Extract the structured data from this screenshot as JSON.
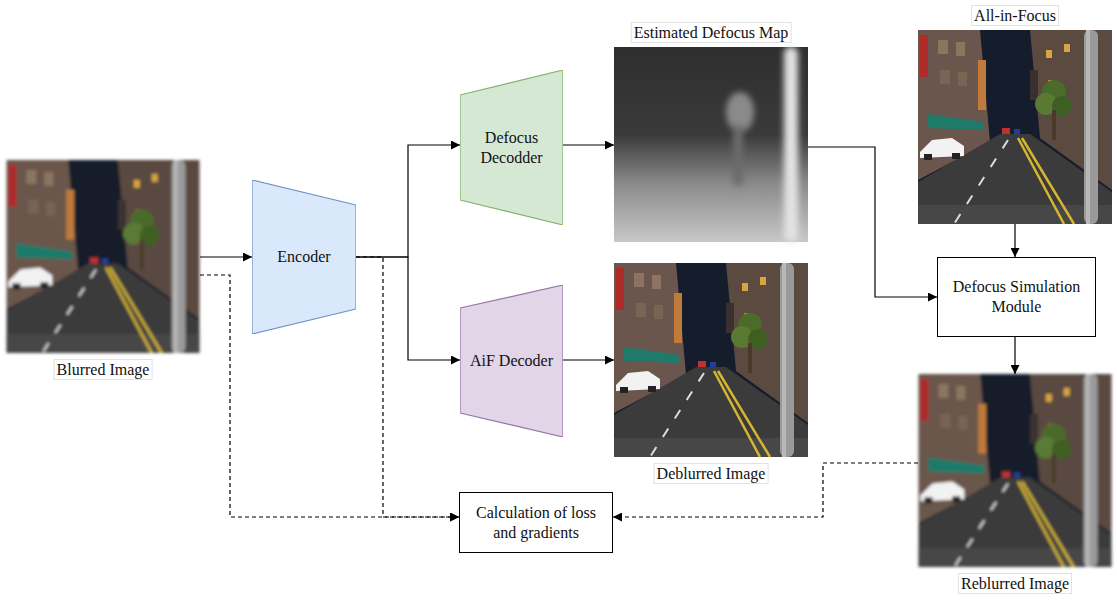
{
  "diagram": {
    "nodes": [
      {
        "text": [
          "Blurred Image"
        ]
      },
      {
        "text": [
          "Encoder"
        ]
      },
      {
        "text": [
          "Defocus Decodder"
        ]
      },
      {
        "text": [
          "AiF Decoder"
        ]
      },
      {
        "text": [
          "Estimated Defocus Map"
        ]
      },
      {
        "text": [
          "Deblurred Image"
        ]
      },
      {
        "text": [
          "All-in-Focus"
        ]
      },
      {
        "text": [
          "Defocus Simulation Module"
        ]
      },
      {
        "text": [
          "Reblurred Image"
        ]
      },
      {
        "text": [
          "Calculation of loss and gradients"
        ]
      }
    ],
    "edges": [
      {
        "from": 0,
        "to": 1,
        "arrow": "to"
      },
      {
        "from": 1,
        "to": 2,
        "arrow": "to"
      },
      {
        "from": 1,
        "to": 3,
        "arrow": "to"
      },
      {
        "from": 2,
        "to": 4,
        "arrow": "to"
      },
      {
        "from": 3,
        "to": 5,
        "arrow": "to"
      },
      {
        "from": 4,
        "to": 7,
        "arrow": "to"
      },
      {
        "from": 6,
        "to": 7,
        "arrow": "to"
      },
      {
        "from": 7,
        "to": 8,
        "arrow": "to"
      },
      {
        "from": 0,
        "to": 9,
        "arrow": "to"
      },
      {
        "from": 1,
        "to": 9,
        "arrow": "to"
      },
      {
        "from": 8,
        "to": 9,
        "arrow": "to"
      }
    ]
  }
}
